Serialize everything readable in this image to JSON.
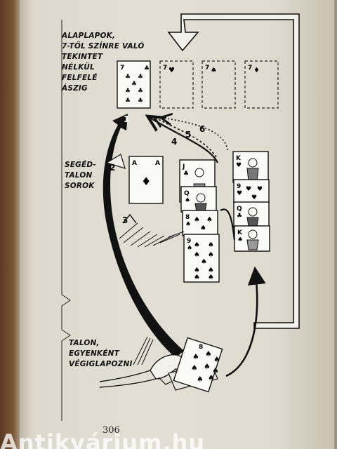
{
  "captions": {
    "foundations": [
      "ALAPLAPOK,",
      "7-TŐL SZÍNRE VALÓ",
      "TEKINTET",
      "NÉLKÜL",
      "FELFELÉ",
      "ÁSZIG"
    ],
    "reserve": [
      "SEGÉD-",
      "TALON",
      "SOROK"
    ],
    "stock": [
      "TALON,",
      "EGYENKÉNT",
      "VÉGIGLAPOZNI"
    ]
  },
  "arrow_numbers": [
    "1",
    "2",
    "3",
    "4",
    "5",
    "6"
  ],
  "cards": {
    "foundation_card": {
      "rank": "7",
      "suit": "♣"
    },
    "empty_slots": [
      {
        "rank": "7",
        "suit": "♥"
      },
      {
        "rank": "7",
        "suit": "♠"
      },
      {
        "rank": "7",
        "suit": "♦"
      }
    ],
    "single_card": {
      "rank": "A",
      "suit": "♦"
    },
    "column_one": [
      {
        "rank": "J",
        "suit": "♣"
      },
      {
        "rank": "Q",
        "suit": "♠"
      },
      {
        "rank": "8",
        "suit": "♠"
      },
      {
        "rank": "9",
        "suit": "♠"
      }
    ],
    "column_two": [
      {
        "rank": "K",
        "suit": "♥"
      },
      {
        "rank": "9",
        "suit": "♥"
      },
      {
        "rank": "Q",
        "suit": "♣"
      },
      {
        "rank": "K",
        "suit": "♠"
      }
    ],
    "hand_card": {
      "rank": "8",
      "suit": "♠"
    }
  },
  "page_number": "306",
  "watermark": "Antikvárium.hu"
}
